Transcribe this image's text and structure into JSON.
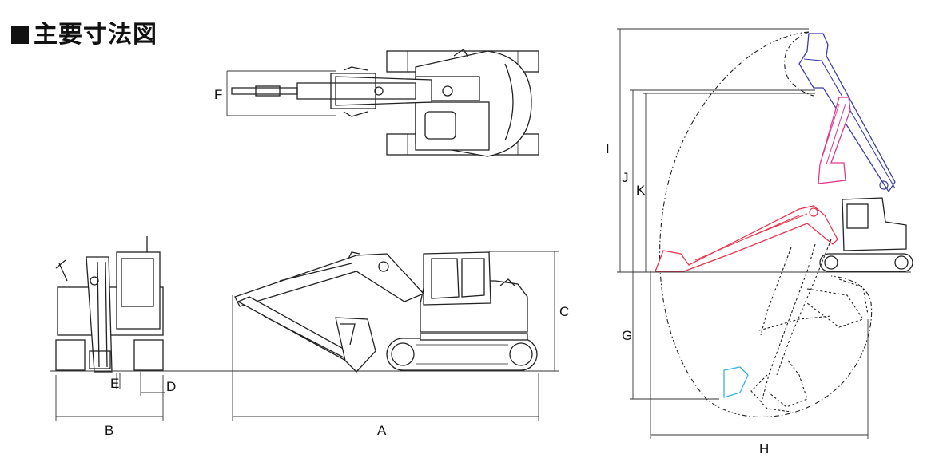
{
  "title": "■主要寸法図",
  "labels": {
    "A": "A",
    "B": "B",
    "C": "C",
    "D": "D",
    "E": "E",
    "F": "F",
    "G": "G",
    "H": "H",
    "I": "I",
    "J": "J",
    "K": "K"
  },
  "colors": {
    "max_reach_pose": "#3a3ea8",
    "mid_pose": "#e0388e",
    "ground_reach_pose": "#e8364e",
    "bucket_deep": "#38b4d8",
    "line": "#222222"
  }
}
